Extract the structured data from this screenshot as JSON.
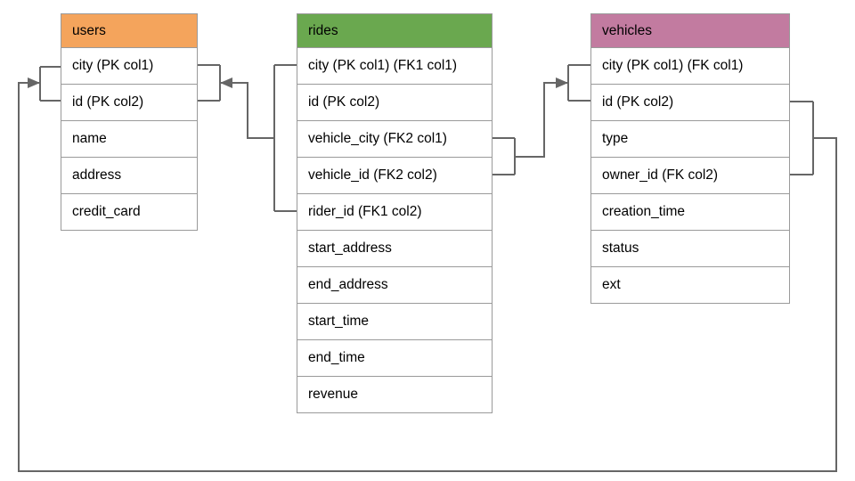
{
  "diagram": {
    "title": "database schema diagram",
    "background_color": "#ffffff",
    "connector_color": "#666666",
    "table_border_color": "#9a9a9a"
  },
  "tables": [
    {
      "name": "users",
      "header_color": "#F4A45C",
      "columns": [
        "city (PK col1)",
        "id (PK col2)",
        "name",
        "address",
        "credit_card"
      ]
    },
    {
      "name": "rides",
      "header_color": "#6AA84F",
      "columns": [
        "city (PK col1) (FK1 col1)",
        "id (PK col2)",
        "vehicle_city (FK2 col1)",
        "vehicle_id (FK2 col2)",
        "rider_id (FK1 col2)",
        "start_address",
        "end_address",
        "start_time",
        "end_time",
        "revenue"
      ]
    },
    {
      "name": "vehicles",
      "header_color": "#C27BA0",
      "columns": [
        "city (PK col1) (FK col1)",
        "id (PK col2)",
        "type",
        "owner_id (FK col2)",
        "creation_time",
        "status",
        "ext"
      ]
    }
  ],
  "relationships": [
    {
      "label": "FK1",
      "from_table": "rides",
      "from_columns": [
        "city (PK col1) (FK1 col1)",
        "rider_id (FK1 col2)"
      ],
      "to_table": "users",
      "to_columns": [
        "city (PK col1)",
        "id (PK col2)"
      ]
    },
    {
      "label": "FK2",
      "from_table": "rides",
      "from_columns": [
        "vehicle_city (FK2 col1)",
        "vehicle_id (FK2 col2)"
      ],
      "to_table": "vehicles",
      "to_columns": [
        "city (PK col1) (FK col1)",
        "id (PK col2)"
      ]
    },
    {
      "label": "FK",
      "from_table": "vehicles",
      "from_columns": [
        "id (PK col2)",
        "owner_id (FK col2)"
      ],
      "to_table": "users",
      "to_columns": [
        "city (PK col1)",
        "id (PK col2)"
      ]
    }
  ]
}
